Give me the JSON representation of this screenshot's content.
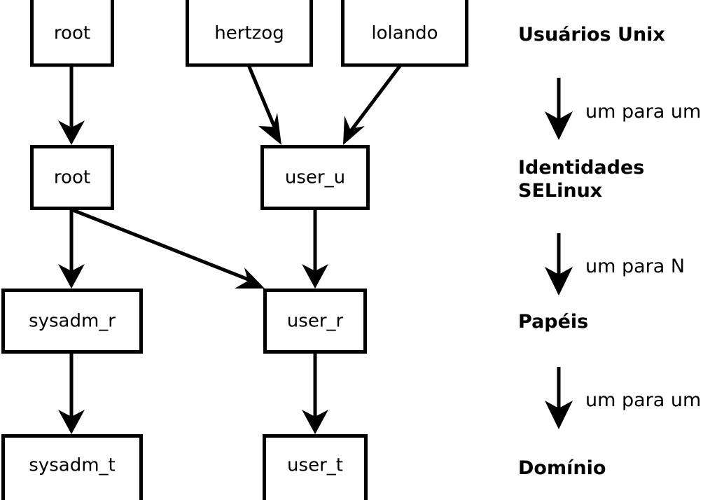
{
  "diagram": {
    "title": "SELinux identity mapping diagram",
    "background_color": "#ffffff",
    "stroke_color": "#000000",
    "box_fill_color": "#ffffff",
    "nodes": [
      {
        "id": "unix_root",
        "label": "root",
        "tier": "Usuários Unix",
        "column": "left"
      },
      {
        "id": "unix_hertzog",
        "label": "hertzog",
        "tier": "Usuários Unix",
        "column": "mid"
      },
      {
        "id": "unix_lolando",
        "label": "lolando",
        "tier": "Usuários Unix",
        "column": "right"
      },
      {
        "id": "sel_root",
        "label": "root",
        "tier": "Identidades SELinux",
        "column": "left"
      },
      {
        "id": "sel_user_u",
        "label": "user_u",
        "tier": "Identidades SELinux",
        "column": "mid"
      },
      {
        "id": "role_sysadm",
        "label": "sysadm_r",
        "tier": "Papéis",
        "column": "left"
      },
      {
        "id": "role_user",
        "label": "user_r",
        "tier": "Papéis",
        "column": "mid"
      },
      {
        "id": "dom_sysadm",
        "label": "sysadm_t",
        "tier": "Domínio",
        "column": "left"
      },
      {
        "id": "dom_user",
        "label": "user_t",
        "tier": "Domínio",
        "column": "mid"
      }
    ],
    "edges": [
      {
        "from": "unix_root",
        "to": "sel_root"
      },
      {
        "from": "unix_hertzog",
        "to": "sel_user_u"
      },
      {
        "from": "unix_lolando",
        "to": "sel_user_u"
      },
      {
        "from": "sel_root",
        "to": "role_sysadm"
      },
      {
        "from": "sel_root",
        "to": "role_user"
      },
      {
        "from": "sel_user_u",
        "to": "role_user"
      },
      {
        "from": "role_sysadm",
        "to": "dom_sysadm"
      },
      {
        "from": "role_user",
        "to": "dom_user"
      }
    ]
  },
  "legend": {
    "stages": [
      {
        "label": "Usuários Unix"
      },
      {
        "label": "Identidades",
        "label_line2": "SELinux"
      },
      {
        "label": "Papéis"
      },
      {
        "label": "Domínio"
      }
    ],
    "relations": [
      {
        "label": "um para um"
      },
      {
        "label": "um para N"
      },
      {
        "label": "um para um"
      }
    ]
  }
}
